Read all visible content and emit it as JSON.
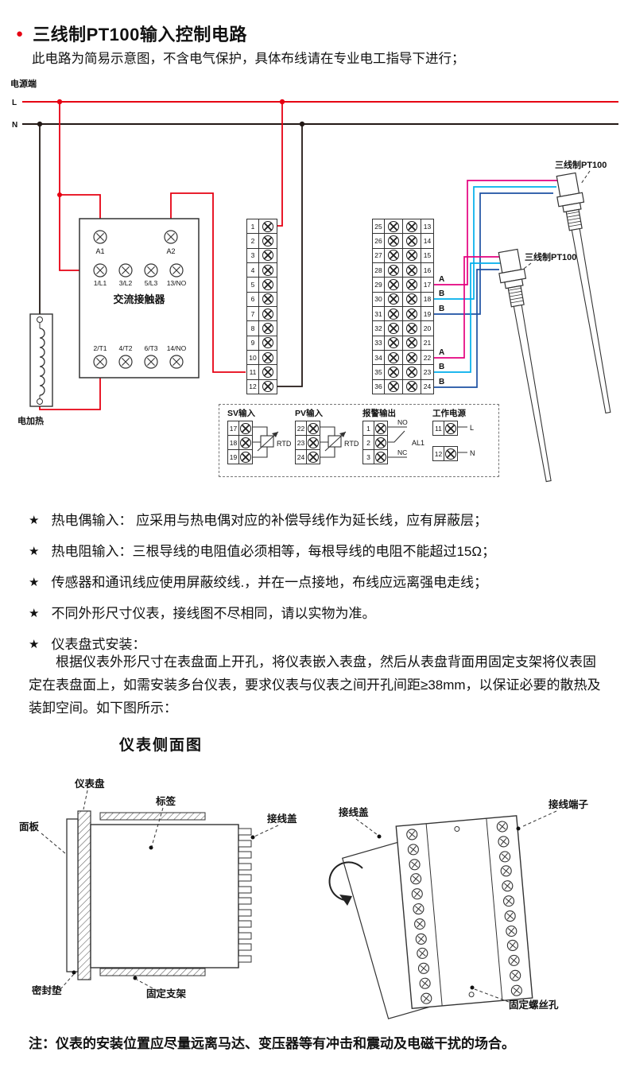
{
  "header": {
    "bullet": "●",
    "title": "三线制PT100输入控制电路",
    "subtitle": "此电路为简易示意图，不含电气保护，具体布线请在专业电工指导下进行；"
  },
  "colors": {
    "rail_l": "#e60012",
    "rail_n": "#231815",
    "wire_red": "#e60012",
    "wire_black": "#231815",
    "wire_magenta": "#e4007f",
    "wire_cyan": "#00afec",
    "wire_blue": "#1d50a2"
  },
  "circuit": {
    "power_label": "电源端",
    "l_label": "L",
    "n_label": "N",
    "contactor": {
      "name": "交流接触器",
      "coil_a1": "A1",
      "coil_a2": "A2",
      "top_terminals": [
        "1/L1",
        "3/L2",
        "5/L3",
        "13/NO"
      ],
      "bottom_terminals": [
        "2/T1",
        "4/T2",
        "6/T3",
        "14/NO"
      ]
    },
    "heater_label": "电加热",
    "left_strip": [
      "1",
      "2",
      "3",
      "4",
      "5",
      "6",
      "7",
      "8",
      "9",
      "10",
      "11",
      "12"
    ],
    "right_strip": [
      {
        "l": "25",
        "r": "13"
      },
      {
        "l": "26",
        "r": "14"
      },
      {
        "l": "27",
        "r": "15"
      },
      {
        "l": "28",
        "r": "16"
      },
      {
        "l": "29",
        "r": "17"
      },
      {
        "l": "30",
        "r": "18"
      },
      {
        "l": "31",
        "r": "19"
      },
      {
        "l": "32",
        "r": "20"
      },
      {
        "l": "33",
        "r": "21"
      },
      {
        "l": "34",
        "r": "22"
      },
      {
        "l": "35",
        "r": "23"
      },
      {
        "l": "36",
        "r": "24"
      }
    ],
    "wire_tags": {
      "t17": "A",
      "t18": "B",
      "t19": "B",
      "t22": "A",
      "t23": "B",
      "t24": "B"
    },
    "sensor1_label": "三线制PT100",
    "sensor2_label": "三线制PT100",
    "io_panel": {
      "sv": {
        "title": "SV输入",
        "rows": [
          "17",
          "18",
          "19"
        ],
        "tag": "RTD"
      },
      "pv": {
        "title": "PV输入",
        "rows": [
          "22",
          "23",
          "24"
        ],
        "tag": "RTD"
      },
      "alarm": {
        "title": "报警输出",
        "rows": [
          "1",
          "2",
          "3"
        ],
        "no": "NO",
        "nc": "NC",
        "tag": "AL1"
      },
      "power": {
        "title": "工作电源",
        "rows": [
          "11",
          "12"
        ],
        "l": "L",
        "n": "N"
      }
    }
  },
  "note_star": "★",
  "notes": [
    "热电偶输入： 应采用与热电偶对应的补偿导线作为延长线，应有屏蔽层；",
    "热电阻输入：三根导线的电阻值必须相等，每根导线的电阻不能超过15Ω；",
    "传感器和通讯线应使用屏蔽绞线.，并在一点接地，布线应远离强电走线；",
    "不同外形尺寸仪表，接线图不尽相同，请以实物为准。",
    "仪表盘式安装："
  ],
  "install_text": "根据仪表外形尺寸在表盘面上开孔，将仪表嵌入表盘，然后从表盘背面用固定支架将仪表固定在表盘面上，如需安装多台仪表，要求仪表与仪表之间开孔间距≥38mm，以保证必要的散热及装卸空间。如下图所示：",
  "side_view": {
    "title": "仪表侧面图",
    "labels": {
      "panel_board": "仪表盘",
      "front_panel": "面板",
      "tag": "标签",
      "wiring_cover_left": "接线盖",
      "seal": "密封垫",
      "bracket": "固定支架",
      "wiring_cover_right": "接线盖",
      "terminals": "接线端子",
      "screw_holes": "固定螺丝孔"
    }
  },
  "footer_note": "注：仪表的安装位置应尽量远离马达、变压器等有冲击和震动及电磁干扰的场合。"
}
